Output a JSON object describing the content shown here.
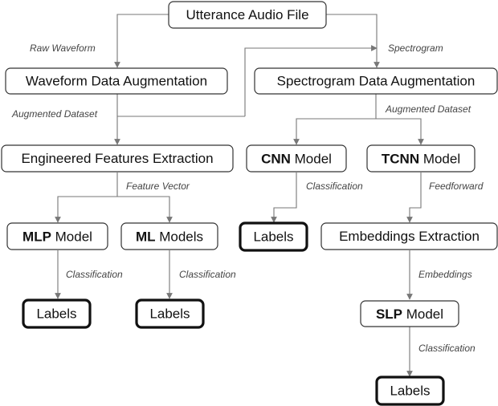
{
  "nodes": {
    "utterance": {
      "label": "Utterance Audio File"
    },
    "waveform_aug": {
      "label": "Waveform Data Augmentation"
    },
    "spectrogram_aug": {
      "label": "Spectrogram Data Augmentation"
    },
    "engineered_features": {
      "label": "Engineered Features Extraction"
    },
    "cnn_model": {
      "bold": "CNN",
      "rest": " Model"
    },
    "tcnn_model": {
      "bold": "TCNN",
      "rest": " Model"
    },
    "mlp_model": {
      "bold": "MLP",
      "rest": " Model"
    },
    "ml_models": {
      "bold": "ML",
      "rest": " Models"
    },
    "labels_cnn": {
      "label": "Labels"
    },
    "embeddings_extraction": {
      "label": "Embeddings Extraction"
    },
    "labels_mlp": {
      "label": "Labels"
    },
    "labels_ml": {
      "label": "Labels"
    },
    "slp_model": {
      "bold": "SLP",
      "rest": " Model"
    },
    "labels_slp": {
      "label": "Labels"
    }
  },
  "edge_labels": {
    "raw_waveform": "Raw Waveform",
    "spectrogram": "Spectrogram",
    "augmented_dataset_left": "Augmented Dataset",
    "augmented_dataset_right": "Augmented Dataset",
    "feature_vector": "Feature Vector",
    "classification_cnn": "Classification",
    "feedforward": "Feedforward",
    "classification_mlp": "Classification",
    "classification_ml": "Classification",
    "embeddings": "Embeddings",
    "classification_slp": "Classification"
  },
  "colors": {
    "edge": "#777777",
    "box_stroke": "#333333",
    "label_box_stroke": "#111111"
  }
}
